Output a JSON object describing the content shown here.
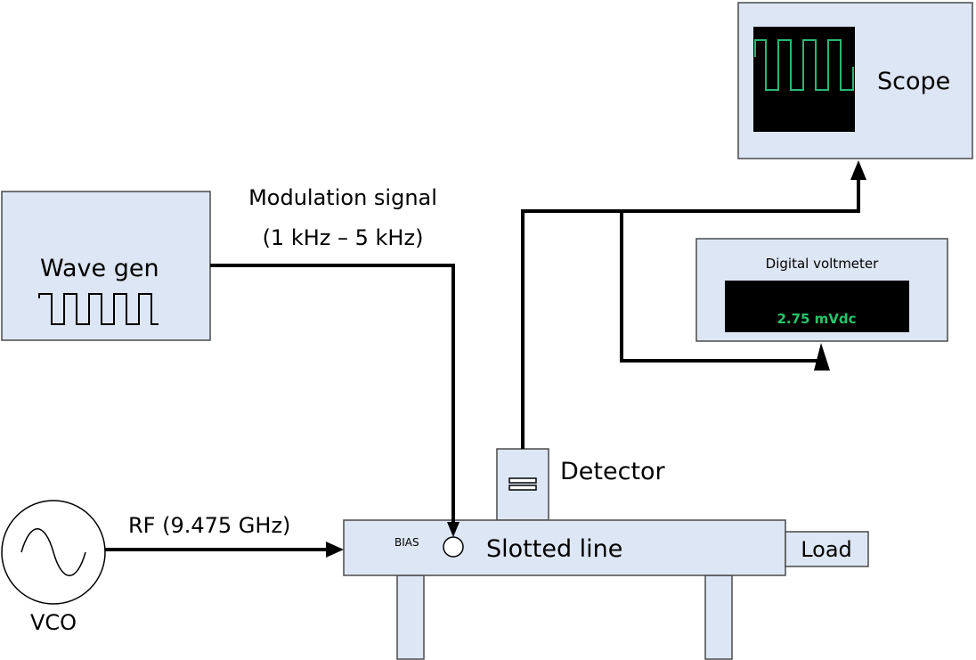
{
  "components": {
    "wave_gen": {
      "label": "Wave gen"
    },
    "scope": {
      "label": "Scope"
    },
    "voltmeter": {
      "title": "Digital voltmeter",
      "reading": "2.75 mVdc"
    },
    "detector": {
      "label": "Detector"
    },
    "slotted_line": {
      "label": "Slotted line",
      "bias_label": "BIAS"
    },
    "load": {
      "label": "Load"
    },
    "vco": {
      "label": "VCO"
    }
  },
  "signals": {
    "modulation_line1": "Modulation signal",
    "modulation_line2": "(1 kHz – 5 kHz)",
    "rf": "RF (9.475 GHz)"
  },
  "colors": {
    "box_fill": "#dde6f4",
    "screen": "#000000",
    "trace": "#2bb673",
    "lcd_text": "#27c46b"
  }
}
